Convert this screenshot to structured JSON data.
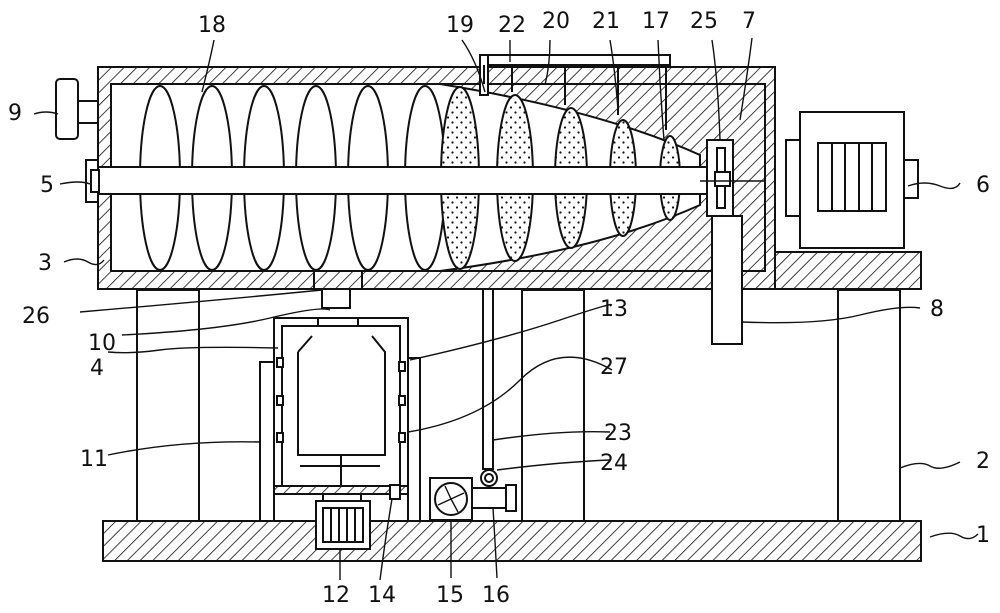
{
  "labels": {
    "l1": "1",
    "l2": "2",
    "l3": "3",
    "l4": "4",
    "l5": "5",
    "l6": "6",
    "l7": "7",
    "l8": "8",
    "l9": "9",
    "l10": "10",
    "l11": "11",
    "l12": "12",
    "l13": "13",
    "l14": "14",
    "l15": "15",
    "l16": "16",
    "l17": "17",
    "l18": "18",
    "l19": "19",
    "l20": "20",
    "l21": "21",
    "l22": "22",
    "l23": "23",
    "l24": "24",
    "l25": "25",
    "l26": "26",
    "l27": "27"
  },
  "colors": {
    "line": "#111111",
    "background": "#ffffff"
  }
}
